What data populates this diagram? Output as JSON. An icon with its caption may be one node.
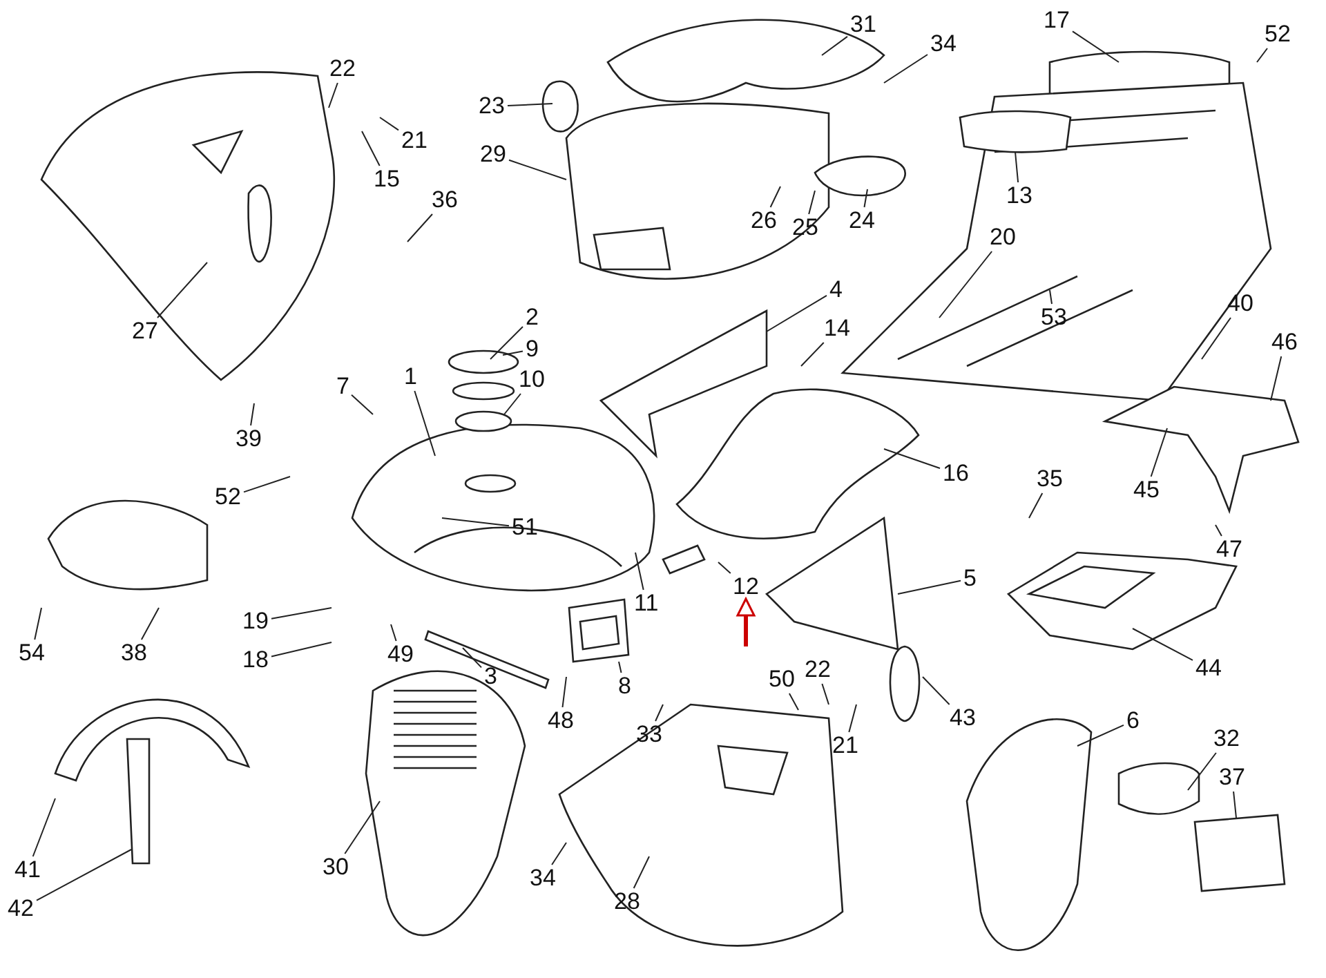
{
  "diagram": {
    "nodes": [
      {
        "text": [
          "31"
        ]
      },
      {
        "text": [
          "17"
        ]
      },
      {
        "text": [
          "52"
        ]
      },
      {
        "text": [
          "34"
        ]
      },
      {
        "text": [
          "22"
        ]
      },
      {
        "text": [
          "23"
        ]
      },
      {
        "text": [
          "21"
        ]
      },
      {
        "text": [
          "29"
        ]
      },
      {
        "text": [
          "15"
        ]
      },
      {
        "text": [
          "36"
        ]
      },
      {
        "text": [
          "13"
        ]
      },
      {
        "text": [
          "26"
        ]
      },
      {
        "text": [
          "25"
        ]
      },
      {
        "text": [
          "24"
        ]
      },
      {
        "text": [
          "20"
        ]
      },
      {
        "text": [
          "27"
        ]
      },
      {
        "text": [
          "2"
        ]
      },
      {
        "text": [
          "4"
        ]
      },
      {
        "text": [
          "9"
        ]
      },
      {
        "text": [
          "14"
        ]
      },
      {
        "text": [
          "40"
        ]
      },
      {
        "text": [
          "53"
        ]
      },
      {
        "text": [
          "10"
        ]
      },
      {
        "text": [
          "1"
        ]
      },
      {
        "text": [
          "7"
        ]
      },
      {
        "text": [
          "46"
        ]
      },
      {
        "text": [
          "39"
        ]
      },
      {
        "text": [
          "16"
        ]
      },
      {
        "text": [
          "35"
        ]
      },
      {
        "text": [
          "45"
        ]
      },
      {
        "text": [
          "52"
        ]
      },
      {
        "text": [
          "51"
        ]
      },
      {
        "text": [
          "5"
        ]
      },
      {
        "text": [
          "11"
        ]
      },
      {
        "text": [
          "12"
        ]
      },
      {
        "text": [
          "47"
        ]
      },
      {
        "text": [
          "19"
        ]
      },
      {
        "text": [
          "38"
        ]
      },
      {
        "text": [
          "54"
        ]
      },
      {
        "text": [
          "18"
        ]
      },
      {
        "text": [
          "49"
        ]
      },
      {
        "text": [
          "3"
        ]
      },
      {
        "text": [
          "8"
        ]
      },
      {
        "text": [
          "44"
        ]
      },
      {
        "text": [
          "50"
        ]
      },
      {
        "text": [
          "22"
        ]
      },
      {
        "text": [
          "43"
        ]
      },
      {
        "text": [
          "48"
        ]
      },
      {
        "text": [
          "33"
        ]
      },
      {
        "text": [
          "21"
        ]
      },
      {
        "text": [
          "6"
        ]
      },
      {
        "text": [
          "32"
        ]
      },
      {
        "text": [
          "37"
        ]
      },
      {
        "text": [
          "41"
        ]
      },
      {
        "text": [
          "42"
        ]
      },
      {
        "text": [
          "30"
        ]
      },
      {
        "text": [
          "34"
        ]
      },
      {
        "text": [
          "28"
        ]
      }
    ],
    "edges": [
      {
        "from": 0,
        "to": null,
        "arrow": "none"
      },
      {
        "from": 1,
        "to": null,
        "arrow": "none"
      },
      {
        "from": 2,
        "to": null,
        "arrow": "none"
      },
      {
        "from": 3,
        "to": null,
        "arrow": "none"
      },
      {
        "from": 4,
        "to": null,
        "arrow": "none"
      },
      {
        "from": 5,
        "to": null,
        "arrow": "none"
      },
      {
        "from": 6,
        "to": null,
        "arrow": "none"
      },
      {
        "from": 7,
        "to": null,
        "arrow": "none"
      },
      {
        "from": 8,
        "to": null,
        "arrow": "none"
      },
      {
        "from": 9,
        "to": null,
        "arrow": "none"
      },
      {
        "from": 10,
        "to": null,
        "arrow": "none"
      },
      {
        "from": 11,
        "to": null,
        "arrow": "none"
      },
      {
        "from": 12,
        "to": null,
        "arrow": "none"
      },
      {
        "from": 13,
        "to": null,
        "arrow": "none"
      },
      {
        "from": 14,
        "to": null,
        "arrow": "none"
      },
      {
        "from": 15,
        "to": null,
        "arrow": "none"
      },
      {
        "from": 16,
        "to": null,
        "arrow": "none"
      },
      {
        "from": 17,
        "to": null,
        "arrow": "none"
      },
      {
        "from": 18,
        "to": null,
        "arrow": "none"
      },
      {
        "from": 19,
        "to": null,
        "arrow": "none"
      },
      {
        "from": 20,
        "to": null,
        "arrow": "none"
      },
      {
        "from": 21,
        "to": null,
        "arrow": "none"
      },
      {
        "from": 22,
        "to": null,
        "arrow": "none"
      },
      {
        "from": 23,
        "to": null,
        "arrow": "none"
      },
      {
        "from": 24,
        "to": null,
        "arrow": "none"
      },
      {
        "from": 25,
        "to": null,
        "arrow": "none"
      },
      {
        "from": 26,
        "to": null,
        "arrow": "none"
      },
      {
        "from": 27,
        "to": null,
        "arrow": "none"
      },
      {
        "from": 28,
        "to": null,
        "arrow": "none"
      },
      {
        "from": 29,
        "to": null,
        "arrow": "none"
      },
      {
        "from": 30,
        "to": null,
        "arrow": "none"
      },
      {
        "from": 31,
        "to": null,
        "arrow": "none"
      },
      {
        "from": 32,
        "to": null,
        "arrow": "none"
      },
      {
        "from": 33,
        "to": null,
        "arrow": "none"
      },
      {
        "from": 34,
        "to": null,
        "arrow": "none"
      },
      {
        "from": 35,
        "to": null,
        "arrow": "none"
      },
      {
        "from": 36,
        "to": null,
        "arrow": "none"
      },
      {
        "from": 37,
        "to": null,
        "arrow": "none"
      },
      {
        "from": 38,
        "to": null,
        "arrow": "none"
      },
      {
        "from": 39,
        "to": null,
        "arrow": "none"
      },
      {
        "from": 40,
        "to": null,
        "arrow": "none"
      },
      {
        "from": 41,
        "to": null,
        "arrow": "none"
      },
      {
        "from": 42,
        "to": null,
        "arrow": "none"
      },
      {
        "from": 43,
        "to": null,
        "arrow": "none"
      },
      {
        "from": 44,
        "to": null,
        "arrow": "none"
      },
      {
        "from": 45,
        "to": null,
        "arrow": "none"
      },
      {
        "from": 46,
        "to": null,
        "arrow": "none"
      },
      {
        "from": 47,
        "to": null,
        "arrow": "none"
      },
      {
        "from": 48,
        "to": null,
        "arrow": "none"
      },
      {
        "from": 49,
        "to": null,
        "arrow": "none"
      },
      {
        "from": 50,
        "to": null,
        "arrow": "none"
      },
      {
        "from": 51,
        "to": null,
        "arrow": "none"
      },
      {
        "from": 52,
        "to": null,
        "arrow": "none"
      },
      {
        "from": 53,
        "to": null,
        "arrow": "none"
      },
      {
        "from": 54,
        "to": null,
        "arrow": "none"
      },
      {
        "from": 55,
        "to": null,
        "arrow": "none"
      },
      {
        "from": 56,
        "to": null,
        "arrow": "none"
      },
      {
        "from": 57,
        "to": null,
        "arrow": "none"
      },
      {
        "from": null,
        "to": 34,
        "arrow": "to",
        "style": "thick",
        "color": "#cc0000"
      }
    ]
  }
}
